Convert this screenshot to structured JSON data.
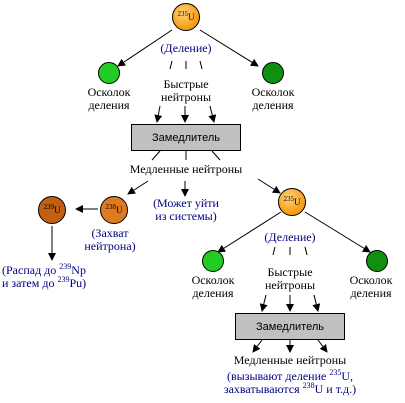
{
  "colors": {
    "u235": "#f7a21a",
    "u238": "#e07a20",
    "u239": "#c06010",
    "fragment_light": "#22cc22",
    "fragment_dark": "#109010",
    "moderator": "#c0c0c0",
    "annotation": "#000080"
  },
  "top": {
    "nucleus_mass": "235",
    "nucleus_symbol": "U",
    "fission": "(Деление)",
    "fragment_left": [
      "Осколок",
      "деления"
    ],
    "fragment_right": [
      "Осколок",
      "деления"
    ],
    "fast_neutrons": [
      "Быстрые",
      "нейтроны"
    ],
    "moderator": "Замедлитель",
    "slow_neutrons": "Медленные нейтроны"
  },
  "left": {
    "u239_mass": "239",
    "u239_symbol": "U",
    "u238_mass": "238",
    "u238_symbol": "U",
    "capture": [
      "(Захват",
      "нейтрона)"
    ],
    "decay_line1_pre": "(Распад до ",
    "decay_line1_mass": "239",
    "decay_line1_sym": "Np",
    "decay_line2_pre": "и затем до ",
    "decay_line2_mass": "239",
    "decay_line2_sym": "Pu)"
  },
  "middle": {
    "escape": [
      "(Может уйти",
      "из системы)"
    ]
  },
  "bottom": {
    "nucleus_mass": "235",
    "nucleus_symbol": "U",
    "fission": "(Деление)",
    "fragment_left": [
      "Осколок",
      "деления"
    ],
    "fragment_right": [
      "Осколок",
      "деления"
    ],
    "fast_neutrons": [
      "Быстрые",
      "нейтроны"
    ],
    "moderator": "Замедлитель",
    "slow_neutrons": "Медленные нейтроны",
    "result_line1_pre": "(вызывают деление ",
    "result_line1_mass": "235",
    "result_line1_sym": "U,",
    "result_line2_pre": "захватываются ",
    "result_line2_mass": "238",
    "result_line2_sym": "U и т.д.)"
  }
}
